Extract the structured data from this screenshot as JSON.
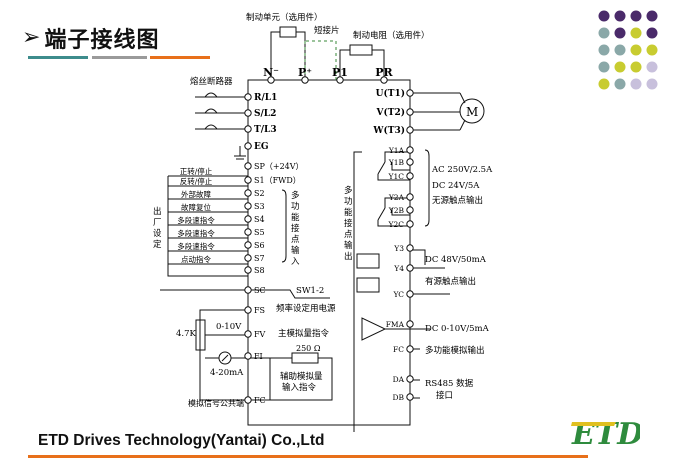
{
  "title": "端子接线图",
  "title_arrow": "➢",
  "footer_company": "ETD Drives Technology(Yantai) Co.,Ltd",
  "logo_text": "ETD",
  "colors": {
    "title_bar_teal": "#3d8c8c",
    "title_bar_gray": "#9a9a9a",
    "title_bar_orange": "#e8701a",
    "footer_line": "#e8701a",
    "logo_green": "#2e8b3d",
    "logo_yellow": "#e0c020",
    "dot_purple": "#4a2a6a",
    "dot_teal": "#8aa8a8",
    "dot_yellow": "#c8cc30",
    "dot_lavender": "#c8c0dc",
    "dashed_link": "#3a8a3a"
  },
  "labels": {
    "brake_unit": "制动单元（选用件）",
    "short_link": "短接片",
    "brake_resistor": "制动电阻（选用件）",
    "fuse_breaker": "熔丝断路器",
    "motor": "M",
    "factory_setting": "出厂设定",
    "multi_input": "多功能接点输入",
    "multi_output": "多功能接点输出",
    "relay_rating_ac": "AC 250V/2.5A",
    "relay_rating_dc": "DC 24V/5A",
    "relay_contact": "无源触点输出",
    "oc_rating": "DC 48V/50mA",
    "oc_contact": "有源触点输出",
    "sw": "SW1-2",
    "freq_pot_supply": "频率设定用电源",
    "main_analog": "主模拟量指令",
    "aux_analog": "辅助模拟量",
    "aux_analog2": "输入指令",
    "pot_value": "4.7K",
    "pot_range": "0-10V",
    "current_range": "4-20mA",
    "resistor_250": "250 Ω",
    "analog_common": "模拟信号公共端",
    "fma_rating": "DC 0-10V/5mA",
    "fma_desc": "多功能模拟输出",
    "rs485": "RS485 数据",
    "rs485_2": "接口"
  },
  "top_terminals": [
    "N⁻",
    "P⁺",
    "P1",
    "PR"
  ],
  "power_inputs": [
    "R/L1",
    "S/L2",
    "T/L3",
    "EG"
  ],
  "motor_terminals": [
    "U(T1)",
    "V(T2)",
    "W(T3)"
  ],
  "input_terminals": [
    "SP（+24V）",
    "S1（FWD）",
    "S2",
    "S3",
    "S4",
    "S5",
    "S6",
    "S7",
    "S8",
    "SC"
  ],
  "input_functions": [
    "正转/停止",
    "反转/停止",
    "外部故障",
    "故障复位",
    "多段速指令",
    "多段速指令",
    "多段速指令",
    "点动指令"
  ],
  "relay_terminals": [
    "Y1A",
    "Y1B",
    "Y1C",
    "Y2A",
    "Y2B",
    "Y2C"
  ],
  "oc_terminals": [
    "Y3",
    "Y4",
    "YC"
  ],
  "analog_terminals": [
    "FS",
    "FV",
    "FI",
    "FC"
  ],
  "output_terminals": [
    "FMA",
    "FC"
  ],
  "comm_terminals": [
    "DA",
    "DB"
  ]
}
